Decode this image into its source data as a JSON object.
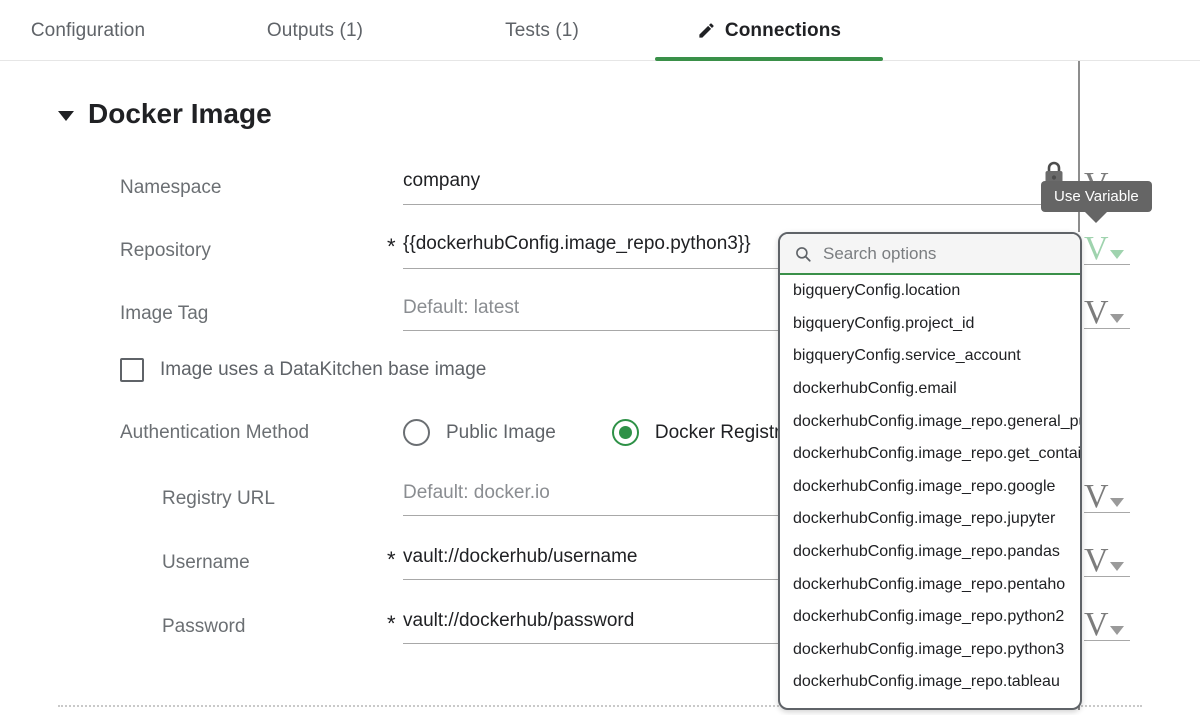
{
  "tabs": [
    {
      "label": "Configuration",
      "active": false,
      "icon": null
    },
    {
      "label": "Outputs (1)",
      "active": false,
      "icon": null
    },
    {
      "label": "Tests (1)",
      "active": false,
      "icon": null
    },
    {
      "label": "Connections",
      "active": true,
      "icon": "pencil-icon"
    }
  ],
  "section": {
    "title": "Docker Image",
    "collapse_icon": "caret-down-icon",
    "expanded": true
  },
  "fields": {
    "namespace": {
      "label": "Namespace",
      "value": "company",
      "required": false,
      "variable_icon": "variable-v-icon"
    },
    "repository": {
      "label": "Repository",
      "value": "{{dockerhubConfig.image_repo.python3}}",
      "required": true,
      "required_marker": "*",
      "variable_icon": "variable-v-icon",
      "variable_active": true
    },
    "image_tag": {
      "label": "Image Tag",
      "value": "",
      "placeholder": "Default: latest",
      "required": false,
      "variable_icon": "variable-v-icon"
    },
    "registry_url": {
      "label": "Registry URL",
      "value": "",
      "placeholder": "Default: docker.io",
      "required": false,
      "variable_icon": "variable-v-icon"
    },
    "username": {
      "label": "Username",
      "value": "vault://dockerhub/username",
      "required": true,
      "required_marker": "*",
      "variable_icon": "variable-v-icon"
    },
    "password": {
      "label": "Password",
      "value": "vault://dockerhub/password",
      "required": true,
      "required_marker": "*",
      "variable_icon": "variable-v-icon"
    }
  },
  "checkbox": {
    "label": "Image uses a DataKitchen base image",
    "checked": false
  },
  "auth": {
    "label": "Authentication Method",
    "options": [
      {
        "label": "Public Image",
        "selected": false
      },
      {
        "label": "Docker Registry",
        "selected": true
      }
    ]
  },
  "lock": {
    "icon": "lock-icon"
  },
  "tooltip": {
    "text": "Use Variable"
  },
  "dropdown": {
    "search": {
      "placeholder": "Search options",
      "value": "",
      "icon": "search-icon"
    },
    "options": [
      "bigqueryConfig.location",
      "bigqueryConfig.project_id",
      "bigqueryConfig.service_account",
      "dockerhubConfig.email",
      "dockerhubConfig.image_repo.general_purpose",
      "dockerhubConfig.image_repo.get_container",
      "dockerhubConfig.image_repo.google",
      "dockerhubConfig.image_repo.jupyter",
      "dockerhubConfig.image_repo.pandas",
      "dockerhubConfig.image_repo.pentaho",
      "dockerhubConfig.image_repo.python2",
      "dockerhubConfig.image_repo.python3",
      "dockerhubConfig.image_repo.tableau"
    ]
  },
  "colors": {
    "accent_green": "#3a9049",
    "radio_green": "#2e9147",
    "variable_active_green": "#9fd3ae",
    "tooltip_bg": "#656565",
    "label_gray": "#6b6f73"
  }
}
